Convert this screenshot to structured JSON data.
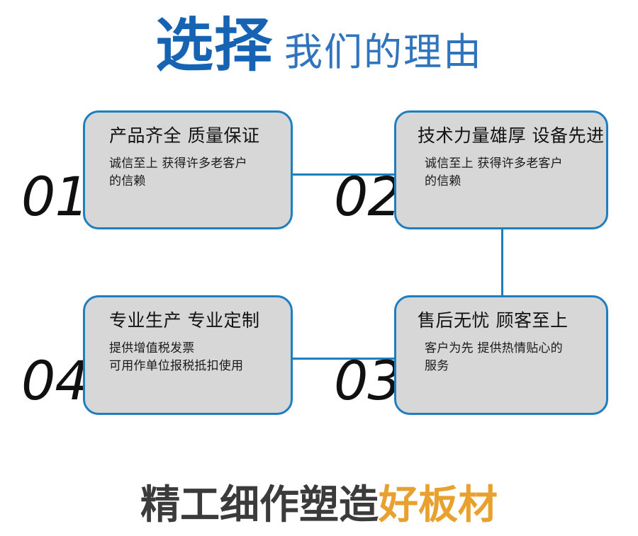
{
  "header": {
    "strong_text": "选择",
    "light_text": "我们的理由",
    "strong_color": "#1763b3",
    "light_color": "#2f74bd"
  },
  "theme": {
    "card_bg": "#d7d7d7",
    "card_border": "#1f7ec0",
    "connector": "#1f7ec0",
    "number_color": "#101010",
    "footer_dark": "#3b3b3b",
    "footer_accent": "#e8a02e"
  },
  "cards": [
    {
      "number": "01",
      "title": "产品齐全 质量保证",
      "desc_lines": [
        "诚信至上 获得许多老客户",
        "的信赖"
      ]
    },
    {
      "number": "02",
      "title": "技术力量雄厚 设备先进",
      "desc_lines": [
        "诚信至上 获得许多老客户",
        "的信赖"
      ]
    },
    {
      "number": "03",
      "title": "售后无忧 顾客至上",
      "desc_lines": [
        "客户为先 提供热情贴心的",
        "服务"
      ]
    },
    {
      "number": "04",
      "title": "专业生产 专业定制",
      "desc_lines": [
        "提供增值税发票",
        "可用作单位报税抵扣使用"
      ]
    }
  ],
  "footer": {
    "dark_text": "精工细作塑造",
    "accent_text": "好板材"
  }
}
